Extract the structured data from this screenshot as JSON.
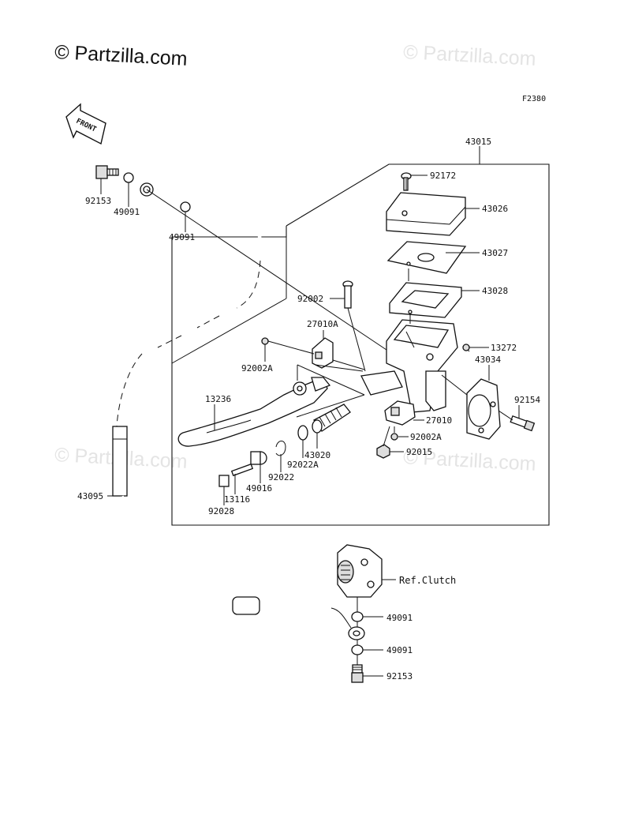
{
  "watermark": {
    "main": "© Partzilla.com",
    "faint": "© Partzilla.com"
  },
  "figure_code": "F2380",
  "front_label": "FRONT",
  "ref_label": "Ref.Clutch",
  "parts": {
    "p43015": "43015",
    "p92172": "92172",
    "p43026": "43026",
    "p43027": "43027",
    "p43028": "43028",
    "p13272": "13272",
    "p43034": "43034",
    "p92154": "92154",
    "p27010": "27010",
    "p92002A_b": "92002A",
    "p92015": "92015",
    "p92002": "92002",
    "p27010A": "27010A",
    "p92002A_a": "92002A",
    "p13236": "13236",
    "p43020": "43020",
    "p92022A": "92022A",
    "p92022": "92022",
    "p49016": "49016",
    "p13116": "13116",
    "p92028": "92028",
    "p92153_a": "92153",
    "p49091_a": "49091",
    "p49091_b": "49091",
    "p43095": "43095",
    "p49091_c": "49091",
    "p49091_d": "49091",
    "p92153_b": "92153"
  }
}
